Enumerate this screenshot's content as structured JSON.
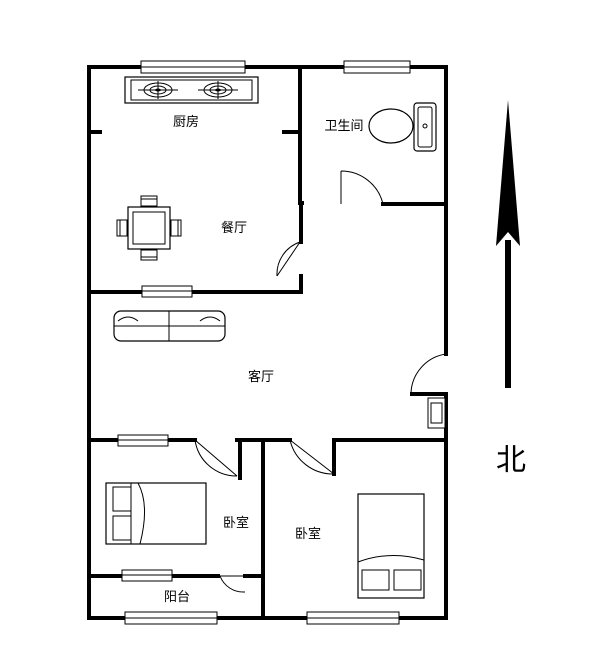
{
  "rooms": {
    "kitchen": "厨房",
    "bathroom": "卫生间",
    "dining": "餐厅",
    "living": "客厅",
    "bedroom_left": "卧室",
    "bedroom_right": "卧室",
    "balcony": "阳台"
  },
  "compass": {
    "label": "北",
    "icon": "north-arrow-icon"
  },
  "colors": {
    "line": "#000000",
    "background": "#ffffff"
  }
}
